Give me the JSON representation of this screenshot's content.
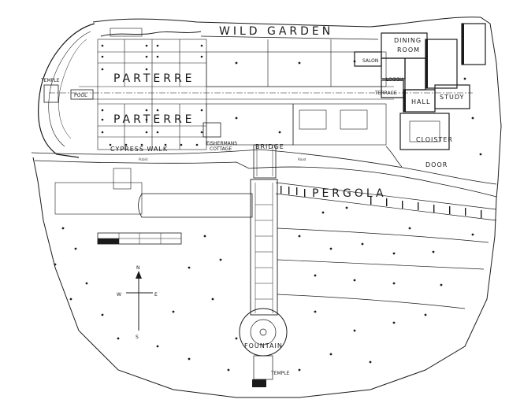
{
  "labels": {
    "wild_garden": "WILD GARDEN",
    "dining_room_1": "DINING",
    "dining_room_2": "ROOM",
    "salon": "SALON",
    "loggia": "LOGGIA",
    "terrace": "TERRACE",
    "hall": "HALL",
    "study": "STUDY",
    "parterre_upper": "PARTERRE",
    "parterre_lower": "PARTERRE",
    "temple_west": "TEMPLE",
    "pool": "POOL",
    "cypress_walk": "CYPRESS WALK",
    "fishermans_cottage_1": "FISHERMANS",
    "fishermans_cottage_2": "COTTAGE",
    "bridge": "BRIDGE",
    "cloister": "CLOISTER",
    "door": "DOOR",
    "pergola": "PERGOLA",
    "fountain": "FOUNTAIN",
    "temple_south": "TEMPLE",
    "public": "Public",
    "road": "Road"
  },
  "compass": {
    "n": "N",
    "s": "S",
    "e": "E",
    "w": "W"
  }
}
